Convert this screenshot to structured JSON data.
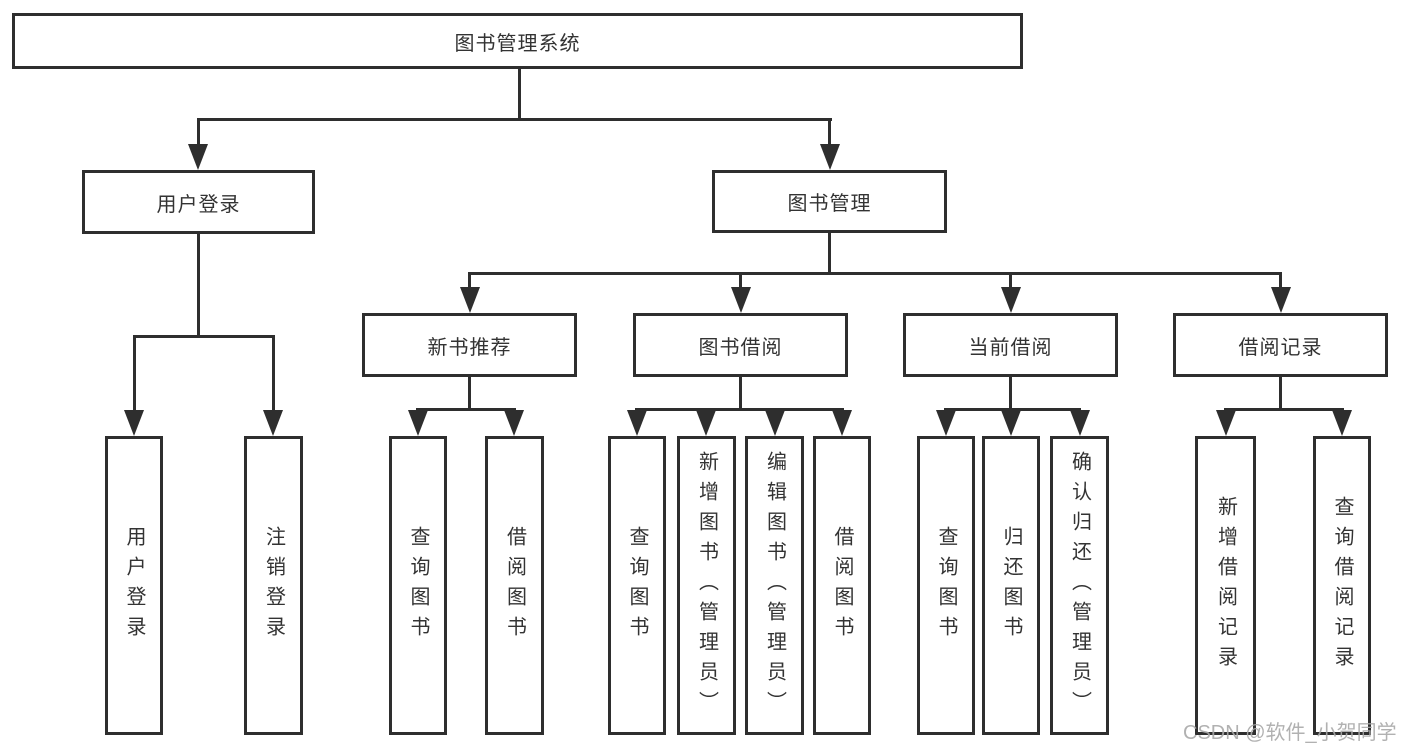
{
  "diagram_title": "图书管理系统",
  "nodes": {
    "root": {
      "label": "图书管理系统"
    },
    "user_login": {
      "label": "用户登录"
    },
    "book_mgmt": {
      "label": "图书管理"
    },
    "new_book_rec": {
      "label": "新书推荐"
    },
    "book_borrow": {
      "label": "图书借阅"
    },
    "current_borrow": {
      "label": "当前借阅"
    },
    "borrow_records": {
      "label": "借阅记录"
    },
    "ul_user_login": {
      "label": "用户登录"
    },
    "ul_logout": {
      "label": "注销登录"
    },
    "nr_query_book": {
      "label": "查询图书"
    },
    "nr_borrow_book": {
      "label": "借阅图书"
    },
    "bb_query_book": {
      "label": "查询图书"
    },
    "bb_add_book": {
      "label": "新增图书（管理员）"
    },
    "bb_edit_book": {
      "label": "编辑图书（管理员）"
    },
    "bb_borrow_book": {
      "label": "借阅图书"
    },
    "cb_query_book": {
      "label": "查询图书"
    },
    "cb_return_book": {
      "label": "归还图书"
    },
    "cb_confirm_return": {
      "label": "确认归还（管理员）"
    },
    "br_add_record": {
      "label": "新增借阅记录"
    },
    "br_query_record": {
      "label": "查询借阅记录"
    }
  },
  "hierarchy": {
    "root": [
      "user_login",
      "book_mgmt"
    ],
    "user_login": [
      "ul_user_login",
      "ul_logout"
    ],
    "book_mgmt": [
      "new_book_rec",
      "book_borrow",
      "current_borrow",
      "borrow_records"
    ],
    "new_book_rec": [
      "nr_query_book",
      "nr_borrow_book"
    ],
    "book_borrow": [
      "bb_query_book",
      "bb_add_book",
      "bb_edit_book",
      "bb_borrow_book"
    ],
    "current_borrow": [
      "cb_query_book",
      "cb_return_book",
      "cb_confirm_return"
    ],
    "borrow_records": [
      "br_add_record",
      "br_query_record"
    ]
  },
  "watermark": {
    "text": "CSDN @软件_小贺同学"
  },
  "colors": {
    "line": "#2e2e2e",
    "text": "#333333",
    "background": "#ffffff",
    "watermark": "#a9a9a9"
  }
}
